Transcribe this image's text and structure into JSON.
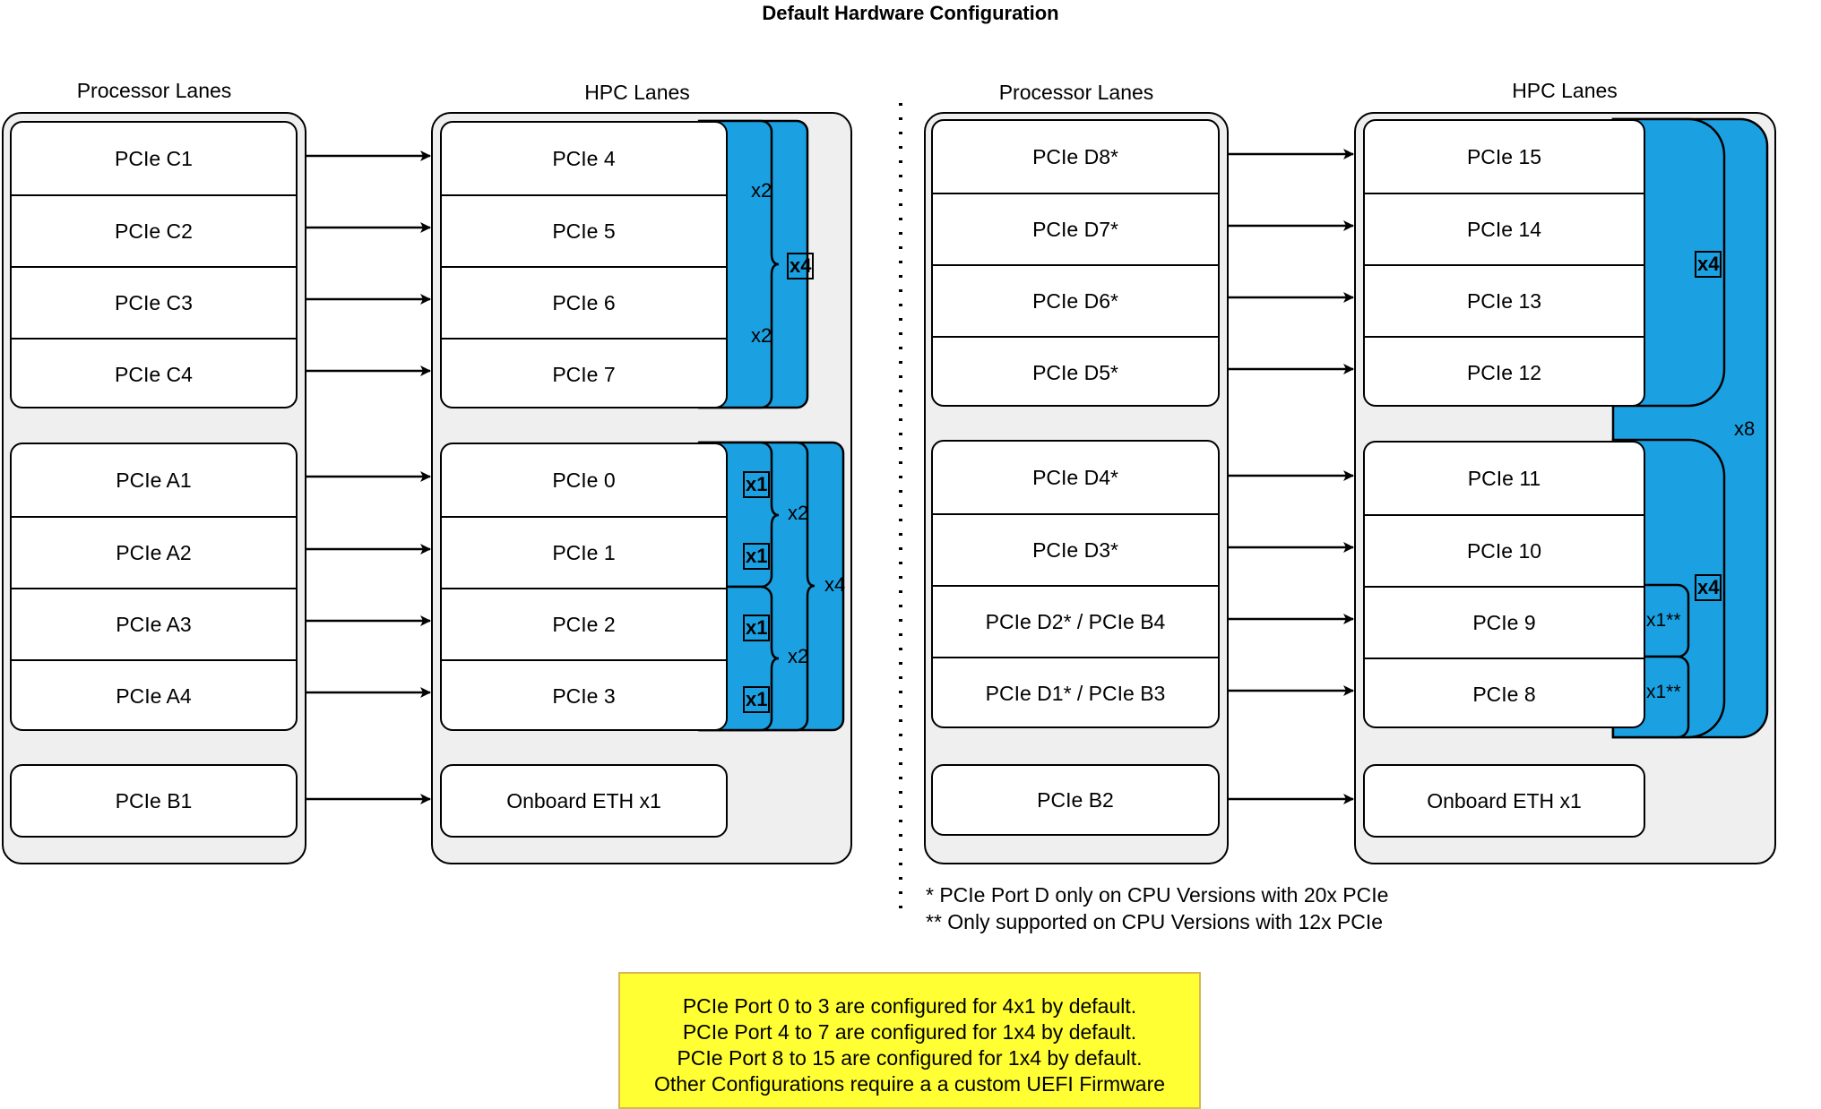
{
  "title": "Default Hardware Configuration",
  "left_panel": {
    "processor_label": "Processor Lanes",
    "hpc_label": "HPC Lanes",
    "processor_groups": [
      [
        "PCIe C1",
        "PCIe C2",
        "PCIe C3",
        "PCIe C4"
      ],
      [
        "PCIe A1",
        "PCIe A2",
        "PCIe A3",
        "PCIe A4"
      ],
      [
        "PCIe B1"
      ]
    ],
    "hpc_groups": [
      [
        "PCIe 4",
        "PCIe 5",
        "PCIe 6",
        "PCIe 7"
      ],
      [
        "PCIe 0",
        "PCIe 1",
        "PCIe 2",
        "PCIe 3"
      ],
      [
        "Onboard ETH x1"
      ]
    ],
    "lane_brackets": {
      "upper": {
        "x2_top": "x2",
        "x2_bottom": "x2",
        "x4_default": "x4"
      },
      "lower": {
        "x1_defaults": [
          "x1",
          "x1",
          "x1",
          "x1"
        ],
        "x2_top": "x2",
        "x2_bottom": "x2",
        "x4": "x4"
      }
    }
  },
  "right_panel": {
    "processor_label": "Processor Lanes",
    "hpc_label": "HPC Lanes",
    "processor_groups": [
      [
        "PCIe D8*",
        "PCIe D7*",
        "PCIe D6*",
        "PCIe D5*"
      ],
      [
        "PCIe D4*",
        "PCIe D3*",
        "PCIe D2* / PCIe B4",
        "PCIe D1* / PCIe B3"
      ],
      [
        "PCIe B2"
      ]
    ],
    "hpc_groups": [
      [
        "PCIe 15",
        "PCIe 14",
        "PCIe 13",
        "PCIe 12"
      ],
      [
        "PCIe 11",
        "PCIe 10",
        "PCIe 9",
        "PCIe 8"
      ],
      [
        "Onboard ETH x1"
      ]
    ],
    "lane_brackets": {
      "upper_x4_default": "x4",
      "lower_x4_default": "x4",
      "x1_optional": [
        "x1**",
        "x1**"
      ],
      "x8": "x8"
    }
  },
  "footnotes": [
    "* PCIe Port D only on CPU Versions with 20x PCIe",
    "** Only supported on CPU Versions with 12x PCIe"
  ],
  "note_lines": [
    "PCIe Port 0 to 3 are configured for 4x1 by default.",
    "PCIe Port 4 to 7 are configured for 1x4 by default.",
    "PCIe Port 8 to 15 are configured for 1x4 by default.",
    "Other Configurations require a a custom UEFI Firmware"
  ],
  "colors": {
    "lane_blue": "#1ba1e2",
    "panel_gray": "#efefef",
    "note_yellow": "#ffff33",
    "note_border": "#d6b656"
  }
}
